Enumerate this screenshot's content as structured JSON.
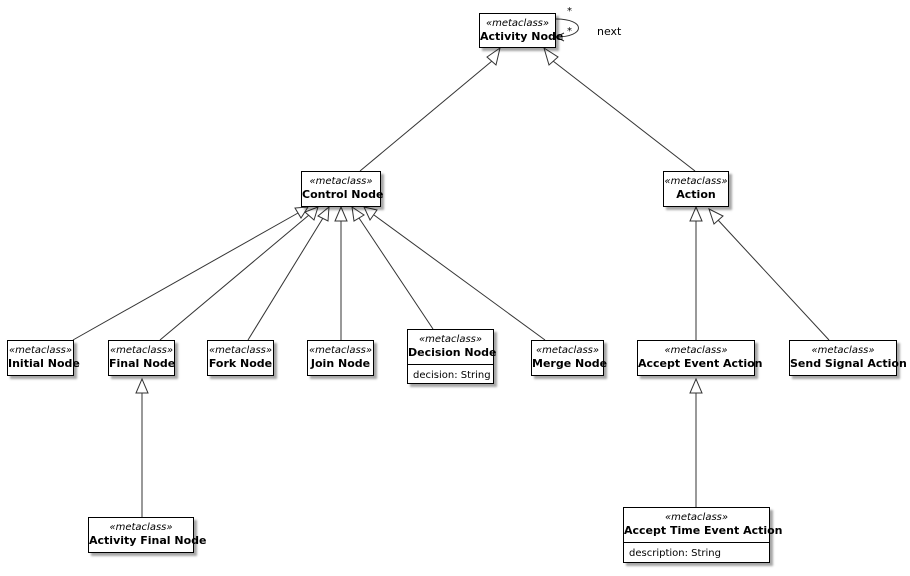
{
  "stereotype": "«metaclass»",
  "nodes": {
    "activity_node": {
      "name": "Activity Node"
    },
    "control_node": {
      "name": "Control Node"
    },
    "action": {
      "name": "Action"
    },
    "initial_node": {
      "name": "Initial Node"
    },
    "final_node": {
      "name": "Final Node"
    },
    "fork_node": {
      "name": "Fork Node"
    },
    "join_node": {
      "name": "Join Node"
    },
    "decision_node": {
      "name": "Decision Node",
      "attribute": "decision: String"
    },
    "merge_node": {
      "name": "Merge Node"
    },
    "accept_event_action": {
      "name": "Accept Event Action"
    },
    "send_signal_action": {
      "name": "Send Signal Action"
    },
    "activity_final_node": {
      "name": "Activity Final Node"
    },
    "accept_time_event_action": {
      "name": "Accept Time Event Action",
      "attribute": "description: String"
    }
  },
  "self_association": {
    "label": "next",
    "source_multiplicity": "*",
    "target_multiplicity": "*"
  }
}
